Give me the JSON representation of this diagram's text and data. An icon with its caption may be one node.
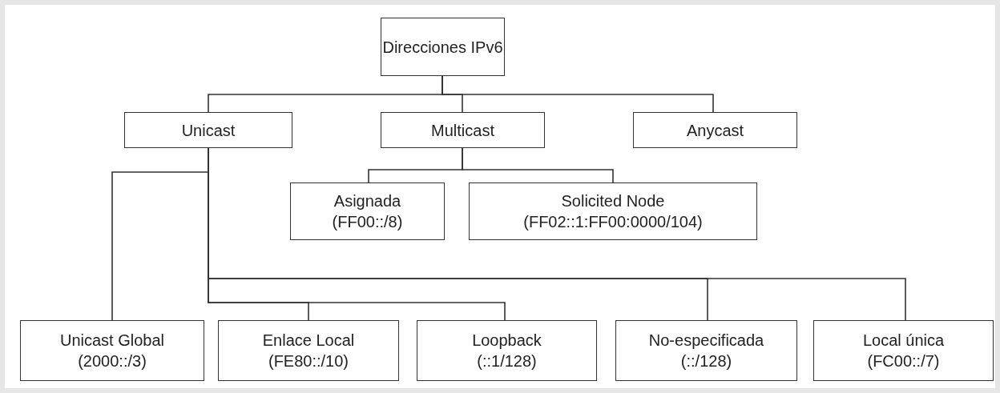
{
  "diagram": {
    "nodes": [
      {
        "text": [
          "Direcciones IPv6"
        ]
      },
      {
        "text": [
          "Unicast"
        ]
      },
      {
        "text": [
          "Multicast"
        ]
      },
      {
        "text": [
          "Anycast"
        ]
      },
      {
        "text": [
          "Asignada",
          "(FF00::/8)"
        ]
      },
      {
        "text": [
          "Solicited Node",
          "(FF02::1:FF00:0000/104)"
        ]
      },
      {
        "text": [
          "Unicast Global",
          "(2000::/3)"
        ]
      },
      {
        "text": [
          "Enlace Local",
          "(FE80::/10)"
        ]
      },
      {
        "text": [
          "Loopback",
          "(::1/128)"
        ]
      },
      {
        "text": [
          "No-especificada",
          "(::/128)"
        ]
      },
      {
        "text": [
          "Local única",
          "(FC00::/7)"
        ]
      }
    ],
    "edges": [
      {
        "from": 0,
        "to": 1,
        "arrow": "none"
      },
      {
        "from": 0,
        "to": 2,
        "arrow": "none"
      },
      {
        "from": 0,
        "to": 3,
        "arrow": "none"
      },
      {
        "from": 2,
        "to": 4,
        "arrow": "none"
      },
      {
        "from": 2,
        "to": 5,
        "arrow": "none"
      },
      {
        "from": 1,
        "to": 6,
        "arrow": "none"
      },
      {
        "from": 1,
        "to": 7,
        "arrow": "none"
      },
      {
        "from": 1,
        "to": 8,
        "arrow": "none"
      },
      {
        "from": 1,
        "to": 9,
        "arrow": "none"
      },
      {
        "from": 1,
        "to": 10,
        "arrow": "none"
      }
    ]
  }
}
